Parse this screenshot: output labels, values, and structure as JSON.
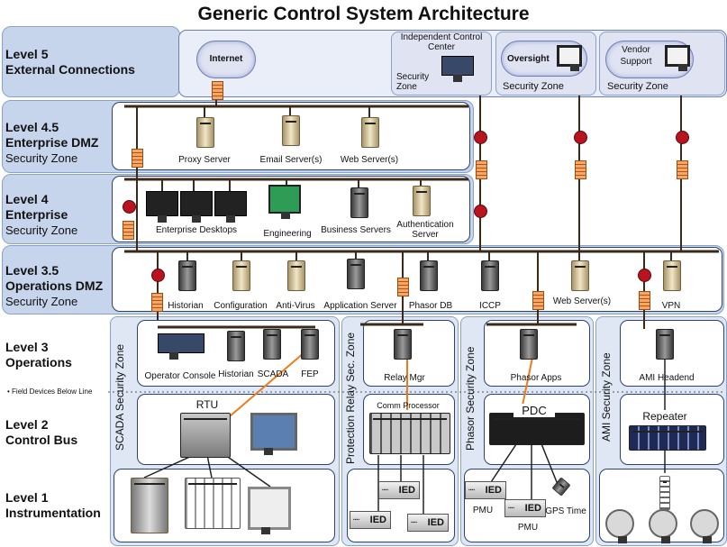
{
  "title": "Generic Control System Architecture",
  "levels": {
    "l5": {
      "name": "Level 5",
      "desc": "External Connections"
    },
    "l45": {
      "name": "Level 4.5",
      "desc": "Enterprise DMZ",
      "sub": "Security Zone"
    },
    "l4": {
      "name": "Level 4",
      "desc": "Enterprise",
      "sub": "Security Zone"
    },
    "l35": {
      "name": "Level 3.5",
      "desc": "Operations DMZ",
      "sub": "Security Zone"
    },
    "l3": {
      "name": "Level 3",
      "desc": "Operations"
    },
    "field_note": "• Field Devices Below Line",
    "l2": {
      "name": "Level 2",
      "desc": "Control Bus"
    },
    "l1": {
      "name": "Level 1",
      "desc": "Instrumentation"
    }
  },
  "external": {
    "internet": "Internet",
    "icc": "Independent Control Center",
    "icc_zone": "Security Zone",
    "oversight": "Oversight",
    "oversight_zone": "Security Zone",
    "vendor": "Vendor Support",
    "vendor_zone": "Security Zone"
  },
  "dmz45": {
    "proxy": "Proxy Server",
    "email": "Email Server(s)",
    "web": "Web Server(s)"
  },
  "enterprise": {
    "desktops": "Enterprise Desktops",
    "engineering": "Engineering",
    "business": "Business Servers",
    "auth": "Authentication Server"
  },
  "ops_dmz": {
    "historian": "Historian",
    "configuration": "Configuration",
    "antivirus": "Anti-Virus",
    "appserver": "Application Server",
    "phasor_db": "Phasor DB",
    "iccp": "ICCP",
    "web": "Web Server(s)",
    "vpn": "VPN"
  },
  "zones": {
    "scada": {
      "label": "SCADA Security Zone",
      "console": "Operator Console",
      "historian": "Historian",
      "scada": "SCADA",
      "fep": "FEP",
      "rtu": "RTU"
    },
    "protection": {
      "label": "Protection Relay Sec. Zone",
      "relay": "Relay Mgr",
      "comm": "Comm Processor",
      "ied": "IED"
    },
    "phasor": {
      "label": "Phasor Security Zone",
      "apps": "Phasor Apps",
      "pdc": "PDC",
      "ied": "IED",
      "pmu": "PMU",
      "gps": "GPS Time"
    },
    "ami": {
      "label": "AMI Security Zone",
      "headend": "AMI Headend",
      "repeater": "Repeater"
    }
  }
}
